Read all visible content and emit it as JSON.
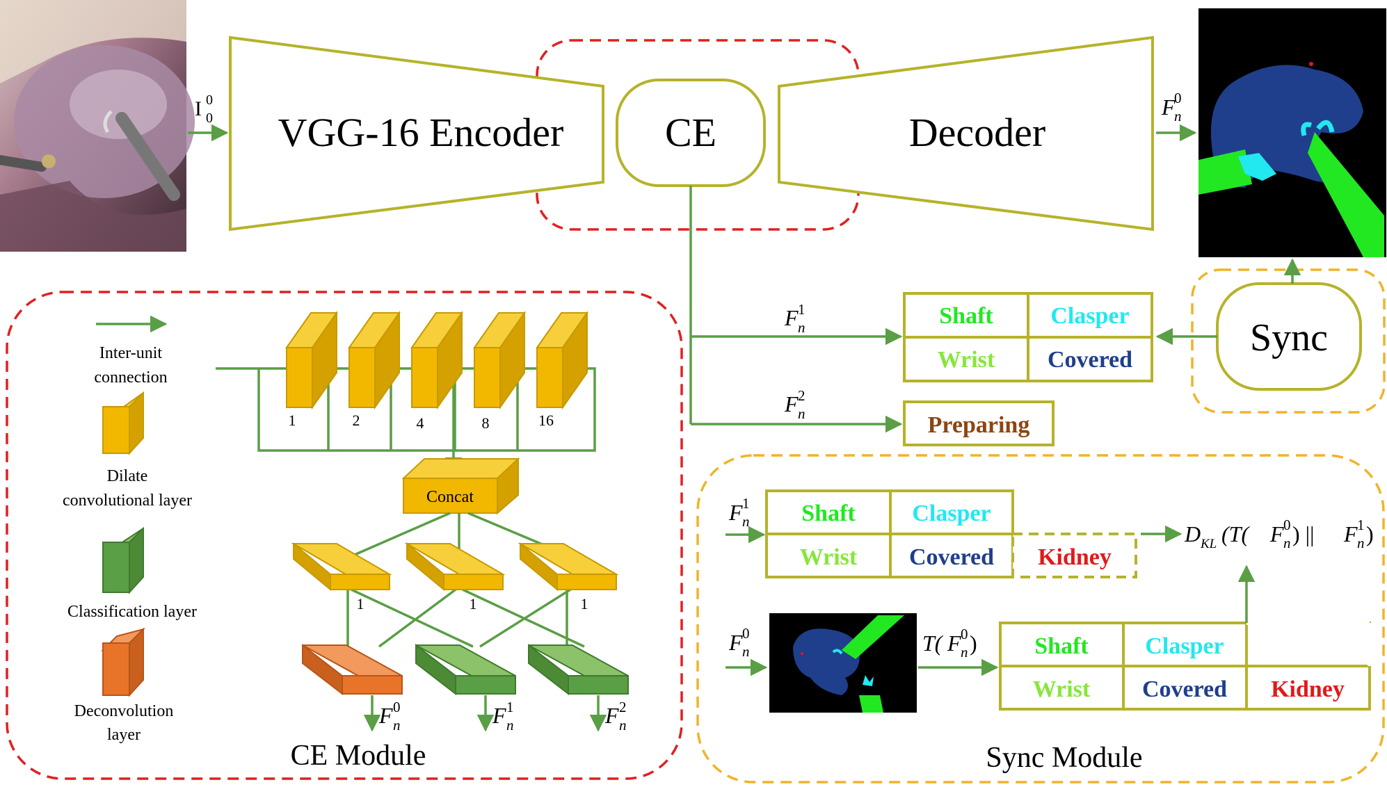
{
  "encoder": {
    "label": "VGG-16 Encoder"
  },
  "ce": {
    "label": "CE"
  },
  "decoder": {
    "label": "Decoder"
  },
  "sync": {
    "label": "Sync"
  },
  "input": {
    "base": "I",
    "sup": "0",
    "sub": "0"
  },
  "outputs": {
    "f0": {
      "base": "F",
      "sub": "n",
      "sup": "0"
    },
    "f1": {
      "base": "F",
      "sub": "n",
      "sup": "1"
    },
    "f2": {
      "base": "F",
      "sub": "n",
      "sup": "2"
    }
  },
  "classes": {
    "shaft": "Shaft",
    "clasper": "Clasper",
    "wrist": "Wrist",
    "covered": "Covered",
    "kidney": "Kidney",
    "preparing": "Preparing"
  },
  "legend": {
    "inter_unit": [
      "Inter-unit",
      "connection"
    ],
    "dilate": [
      "Dilate",
      "convolutional layer"
    ],
    "classification": "Classification layer",
    "deconvolution": [
      "Deconvolution",
      "layer"
    ]
  },
  "dilation_rates": [
    "1",
    "2",
    "4",
    "8",
    "16"
  ],
  "concat": "Concat",
  "branch_rates": [
    "1",
    "1",
    "1"
  ],
  "module_titles": {
    "ce": "CE Module",
    "sync": "Sync Module"
  },
  "transform": {
    "prefix": "T(",
    "suffix": ")"
  },
  "kl": {
    "d": "D",
    "sub": "KL",
    "open": "(T(",
    "mid": ") || ",
    "close": ")"
  },
  "colors": {
    "olive": "#b5b32a",
    "green_arrow": "#5a9e46",
    "red_dash": "#e02020",
    "yellow_dash": "#f0b429",
    "shaft": "#22e822",
    "clasper": "#22e8f0",
    "wrist": "#86e63a",
    "covered": "#1f3f8c",
    "kidney": "#e01a1a",
    "preparing": "#8b4513",
    "dilate": "#f2b800",
    "classification": "#5a9e46",
    "deconvolution": "#e8742a"
  }
}
